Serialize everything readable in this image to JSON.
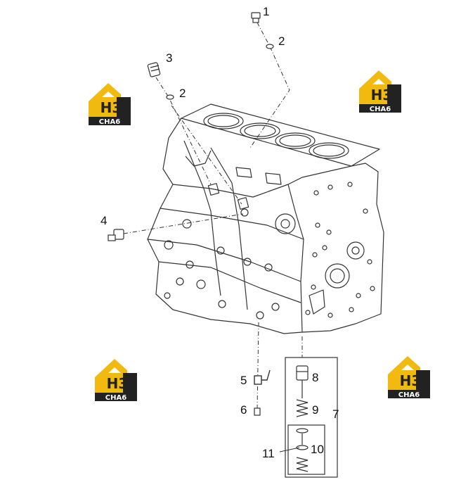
{
  "diagram": {
    "callouts": [
      {
        "id": "c1",
        "label": "1"
      },
      {
        "id": "c2a",
        "label": "2"
      },
      {
        "id": "c2b",
        "label": "2"
      },
      {
        "id": "c3",
        "label": "3"
      },
      {
        "id": "c4",
        "label": "4"
      },
      {
        "id": "c5",
        "label": "5"
      },
      {
        "id": "c6",
        "label": "6"
      },
      {
        "id": "c7",
        "label": "7"
      },
      {
        "id": "c8",
        "label": "8"
      },
      {
        "id": "c9",
        "label": "9"
      },
      {
        "id": "c10",
        "label": "10"
      },
      {
        "id": "c11",
        "label": "11"
      }
    ]
  },
  "watermarks": [
    {
      "mark": "H3",
      "text": "CHA6"
    },
    {
      "mark": "H3",
      "text": "CHA6"
    },
    {
      "mark": "H3",
      "text": "CHA6"
    },
    {
      "mark": "H3",
      "text": "CHA6"
    }
  ],
  "colors": {
    "logo_yellow": "#f2b90f",
    "logo_dark": "#222222",
    "line": "#333333",
    "background": "#ffffff"
  }
}
